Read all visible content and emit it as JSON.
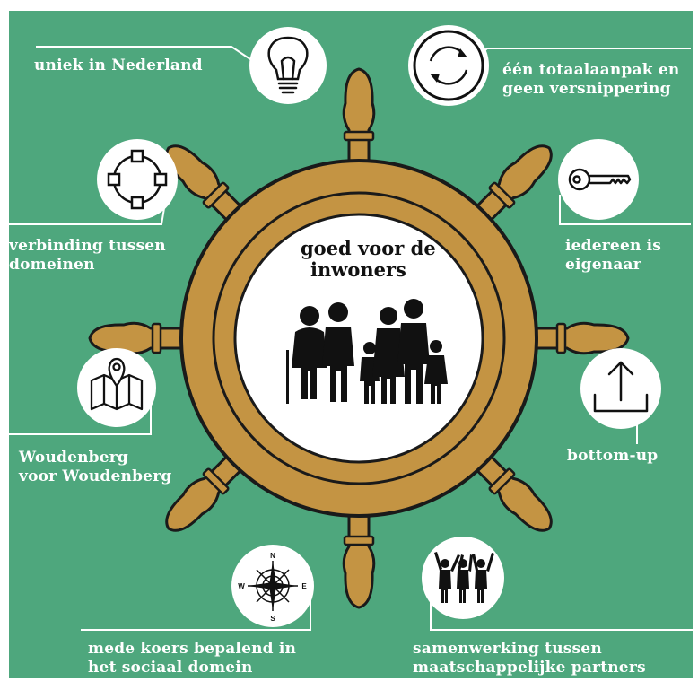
{
  "center": {
    "title_line1": "goed voor de",
    "title_line2": "inwoners",
    "icon": "family-icon"
  },
  "items": [
    {
      "line1": "uniek in Nederland",
      "line2": "",
      "icon": "lightbulb-icon"
    },
    {
      "line1": "één totaalaanpak en",
      "line2": "geen versnippering",
      "icon": "cycle-arrows-icon"
    },
    {
      "line1": "verbinding tussen",
      "line2": "domeinen",
      "icon": "network-circle-icon"
    },
    {
      "line1": "iedereen is",
      "line2": "eigenaar",
      "icon": "key-icon"
    },
    {
      "line1": "Woudenberg",
      "line2": "voor Woudenberg",
      "icon": "map-pin-icon"
    },
    {
      "line1": "bottom-up",
      "line2": "",
      "icon": "upload-arrow-icon"
    },
    {
      "line1": "mede koers bepalend in",
      "line2": "het sociaal domein",
      "icon": "compass-rose-icon"
    },
    {
      "line1": "samenwerking tussen",
      "line2": "maatschappelijke partners",
      "icon": "people-raising-hands-icon"
    }
  ],
  "colors": {
    "background": "#4ea77d",
    "wheel": "#c49443",
    "wheel_outline": "#1a1a1a",
    "icon_circle": "#ffffff",
    "text": "#ffffff"
  }
}
